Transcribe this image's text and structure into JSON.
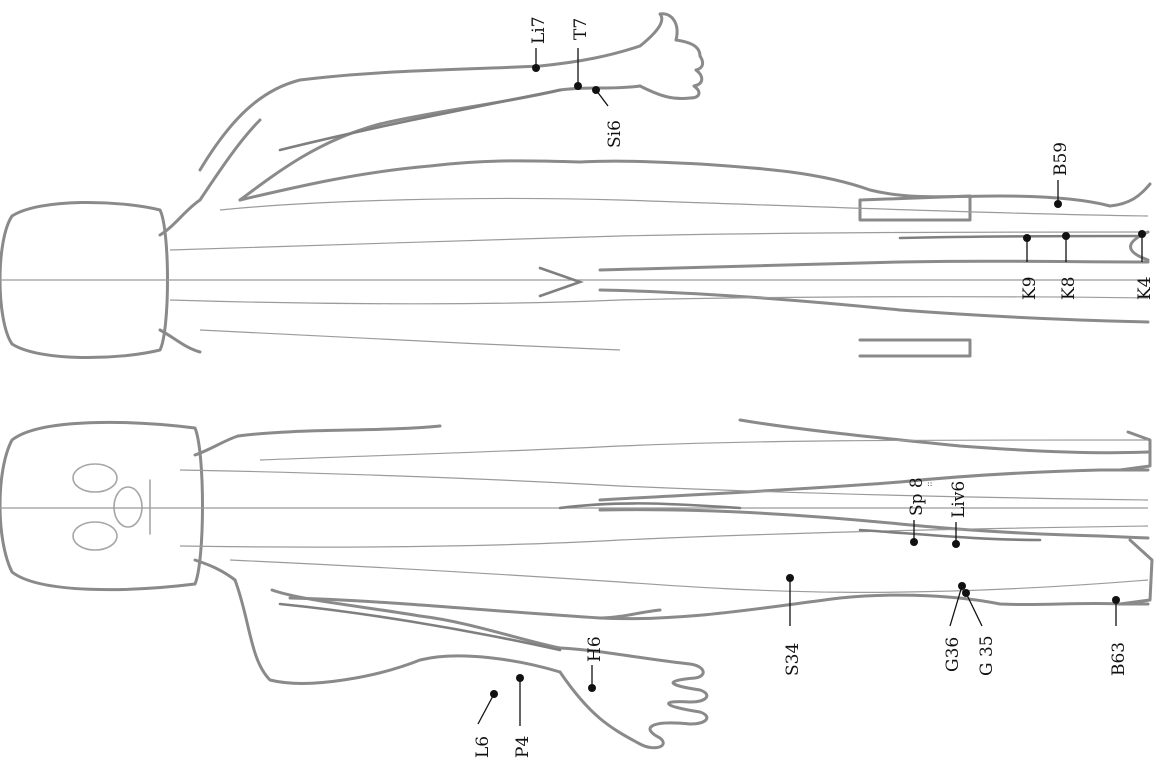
{
  "figure": {
    "front_view": {
      "points": [
        {
          "id": "L6",
          "label": "L6"
        },
        {
          "id": "P4",
          "label": "P4"
        },
        {
          "id": "H6",
          "label": "H6"
        },
        {
          "id": "S34",
          "label": "S34"
        },
        {
          "id": "Sp8",
          "label": "Sp 8"
        },
        {
          "id": "Liv6",
          "label": "Liv6"
        },
        {
          "id": "G36",
          "label": "G36"
        },
        {
          "id": "G35",
          "label": "G 35"
        },
        {
          "id": "B63",
          "label": "B63"
        }
      ]
    },
    "back_view": {
      "points": [
        {
          "id": "Li7",
          "label": "Li7"
        },
        {
          "id": "T7",
          "label": "T7"
        },
        {
          "id": "Si6",
          "label": "Si6"
        },
        {
          "id": "B59",
          "label": "B59"
        },
        {
          "id": "K9",
          "label": "K9"
        },
        {
          "id": "K8",
          "label": "K8"
        },
        {
          "id": "K4",
          "label": "K4"
        }
      ]
    },
    "colors": {
      "outline": "#8a8a8a",
      "meridian": "#9b9b9b",
      "point": "#111111",
      "label": "#111111"
    }
  }
}
